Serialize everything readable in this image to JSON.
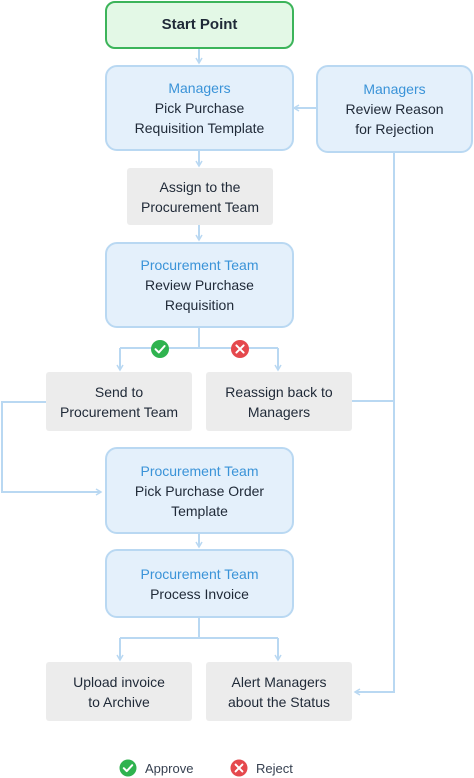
{
  "colors": {
    "connector": "#b9d8f2",
    "approve": "#2fb34f",
    "reject": "#e5484d",
    "role_text": "#3a93d8",
    "start_border": "#3cb45a"
  },
  "nodes": {
    "start": {
      "label": "Start Point"
    },
    "pick_requisition": {
      "role": "Managers",
      "line1": "Pick Purchase",
      "line2": "Requisition Template"
    },
    "review_rejection": {
      "role": "Managers",
      "line1": "Review Reason",
      "line2": "for Rejection"
    },
    "assign_procurement": {
      "line1": "Assign to the",
      "line2": "Procurement Team"
    },
    "review_requisition": {
      "role": "Procurement Team",
      "line1": "Review Purchase",
      "line2": "Requisition"
    },
    "send_procurement": {
      "line1": "Send to",
      "line2": "Procurement Team"
    },
    "reassign_managers": {
      "line1": "Reassign back to",
      "line2": "Managers"
    },
    "pick_order": {
      "role": "Procurement Team",
      "line1": "Pick Purchase Order",
      "line2": "Template"
    },
    "process_invoice": {
      "role": "Procurement Team",
      "line1": "Process Invoice"
    },
    "upload_invoice": {
      "line1": "Upload invoice",
      "line2": "to Archive"
    },
    "alert_managers": {
      "line1": "Alert Managers",
      "line2": "about the Status"
    }
  },
  "legend": {
    "approve": {
      "label": "Approve",
      "icon": "check-circle-icon"
    },
    "reject": {
      "label": "Reject",
      "icon": "x-circle-icon"
    }
  }
}
